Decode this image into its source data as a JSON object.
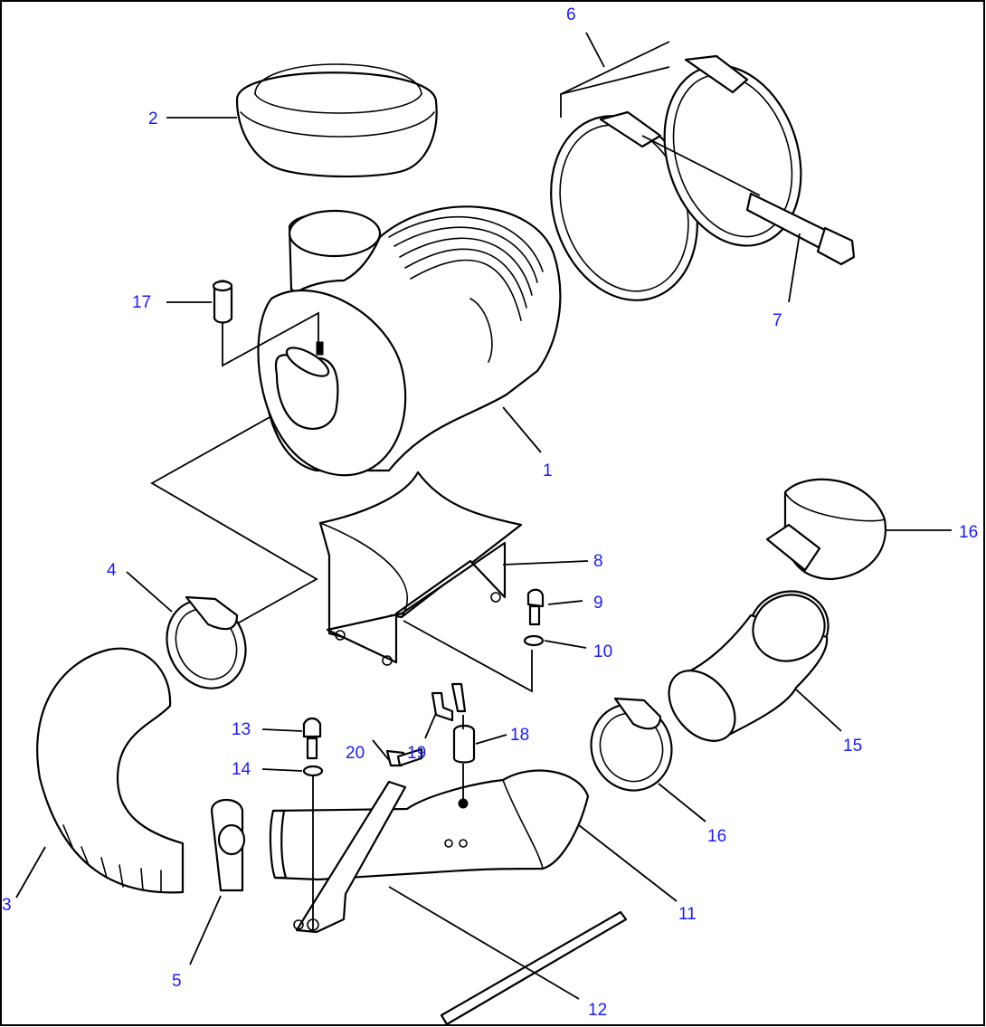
{
  "callouts": [
    {
      "id": "1",
      "text": "1"
    },
    {
      "id": "2",
      "text": "2"
    },
    {
      "id": "3",
      "text": "3"
    },
    {
      "id": "4",
      "text": "4"
    },
    {
      "id": "5",
      "text": "5"
    },
    {
      "id": "6",
      "text": "6"
    },
    {
      "id": "7",
      "text": "7"
    },
    {
      "id": "8",
      "text": "8"
    },
    {
      "id": "9",
      "text": "9"
    },
    {
      "id": "10",
      "text": "10"
    },
    {
      "id": "11",
      "text": "11"
    },
    {
      "id": "12",
      "text": "12"
    },
    {
      "id": "13",
      "text": "13"
    },
    {
      "id": "14",
      "text": "14"
    },
    {
      "id": "15",
      "text": "15"
    },
    {
      "id": "16a",
      "text": "16"
    },
    {
      "id": "16b",
      "text": "16"
    },
    {
      "id": "17",
      "text": "17"
    },
    {
      "id": "18",
      "text": "18"
    },
    {
      "id": "19",
      "text": "19"
    },
    {
      "id": "20",
      "text": "20"
    }
  ],
  "colors": {
    "callout": "#1a1aff",
    "line": "#000000",
    "background": "#ffffff"
  }
}
